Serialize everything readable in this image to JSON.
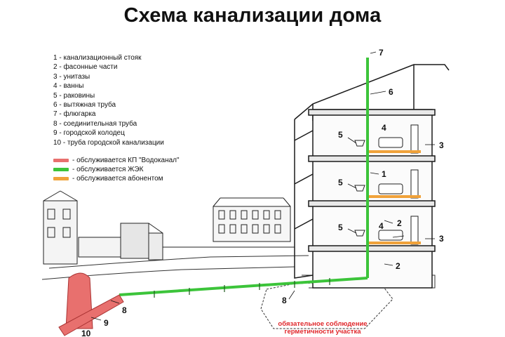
{
  "title": "Схема канализации дома",
  "legend": [
    "1 - канализационный стояк",
    "2 - фасонные части",
    "3 - унитазы",
    "4 - ванны",
    "5 - раковины",
    "6 - вытяжная труба",
    "7 - флюгарка",
    "8 - соединительная труба",
    "9 - городской колодец",
    "10 - труба городской канализации"
  ],
  "service": [
    {
      "label": "- обслуживается КП \"Водоканал\"",
      "color": "#e8706e"
    },
    {
      "label": "- обслуживается ЖЭК",
      "color": "#3cc43a"
    },
    {
      "label": "- обслуживается абонентом",
      "color": "#f0a23a"
    }
  ],
  "note": [
    "обязательное соблюдение",
    "герметичности участка"
  ],
  "callouts": {
    "n7": "7",
    "n6": "6",
    "n5a": "5",
    "n4a": "4",
    "n3a": "3",
    "n5b": "5",
    "n1": "1",
    "n2a": "2",
    "n5c": "5",
    "n4b": "4",
    "n3b": "3",
    "n2b": "2",
    "n8a": "8",
    "n8b": "8",
    "n9": "9",
    "n10": "10"
  },
  "colors": {
    "vodokanal": "#e8706e",
    "zhek": "#3cc43a",
    "abonent": "#f0a23a",
    "note": "#e0262a"
  }
}
